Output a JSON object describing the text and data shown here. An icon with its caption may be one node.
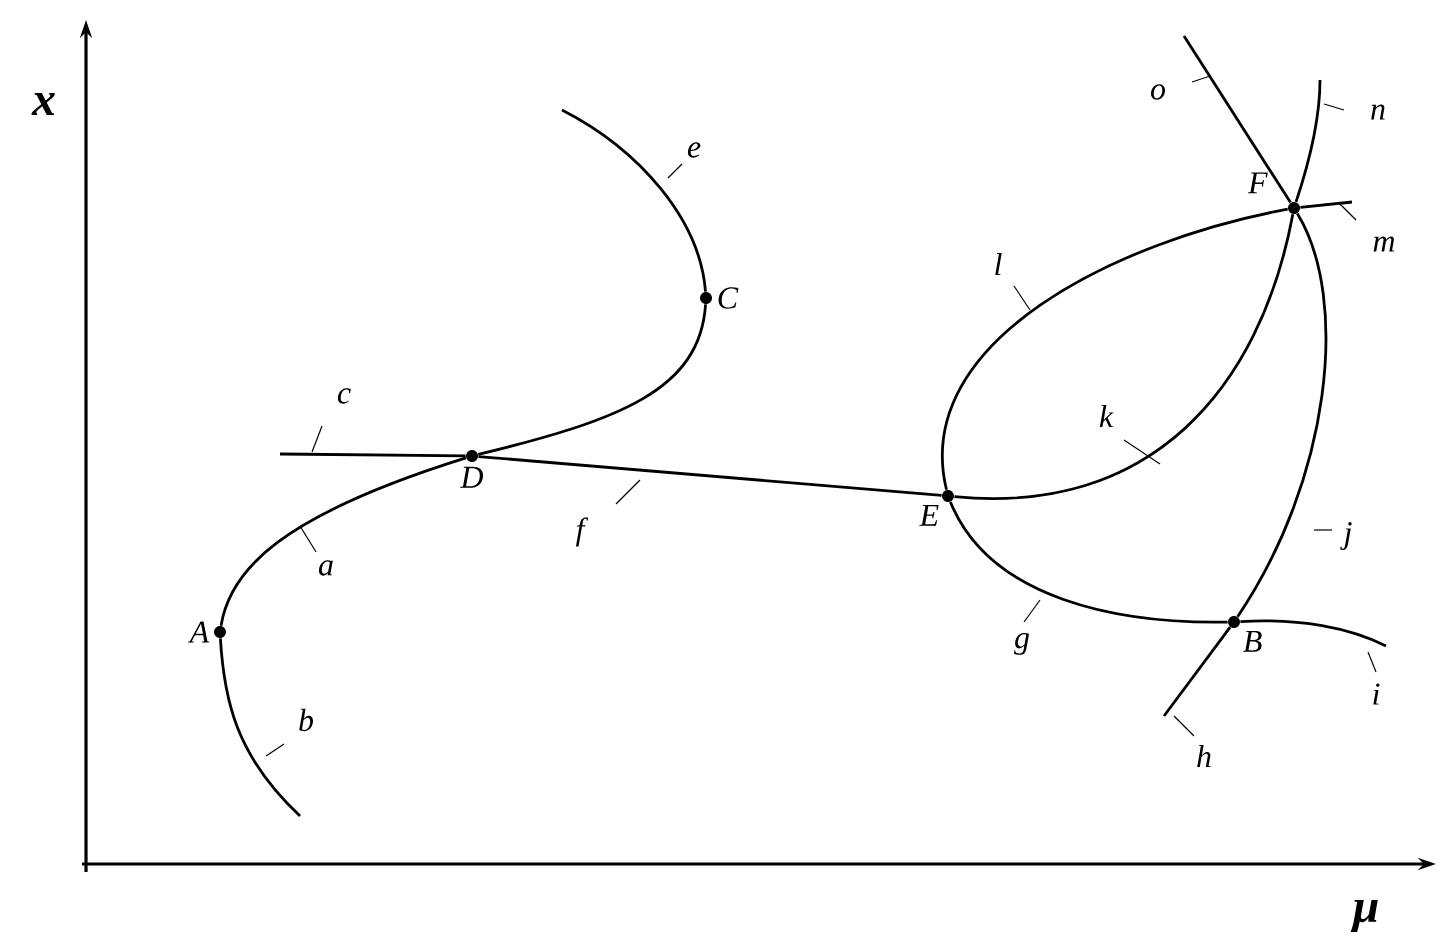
{
  "diagram": {
    "nodes": [
      {
        "text": [
          "A"
        ]
      },
      {
        "text": [
          "B"
        ]
      },
      {
        "text": [
          "C"
        ]
      },
      {
        "text": [
          "D"
        ]
      },
      {
        "text": [
          "E"
        ]
      },
      {
        "text": [
          "F"
        ]
      }
    ],
    "edges": [
      {
        "from": 0,
        "to": 3,
        "arrow": "none",
        "label": "a"
      },
      {
        "from": 0,
        "to": null,
        "arrow": "none",
        "label": "b"
      },
      {
        "from": 3,
        "to": null,
        "arrow": "none",
        "label": "c"
      },
      {
        "from": 3,
        "to": 2,
        "arrow": "none"
      },
      {
        "from": 2,
        "to": null,
        "arrow": "none",
        "label": "e"
      },
      {
        "from": 3,
        "to": 4,
        "arrow": "none",
        "label": "f"
      },
      {
        "from": 4,
        "to": 5,
        "arrow": "none",
        "label": "l"
      },
      {
        "from": 4,
        "to": 5,
        "arrow": "none",
        "label": "k"
      },
      {
        "from": 4,
        "to": 1,
        "arrow": "none",
        "label": "g"
      },
      {
        "from": 1,
        "to": 5,
        "arrow": "none",
        "label": "j"
      },
      {
        "from": 1,
        "to": null,
        "arrow": "none",
        "label": "i"
      },
      {
        "from": 1,
        "to": null,
        "arrow": "none",
        "label": "h"
      },
      {
        "from": 5,
        "to": null,
        "arrow": "none",
        "label": "m"
      },
      {
        "from": 5,
        "to": null,
        "arrow": "none",
        "label": "n"
      },
      {
        "from": 5,
        "to": null,
        "arrow": "none",
        "label": "o"
      }
    ],
    "labels": [
      "x",
      "μ"
    ]
  }
}
